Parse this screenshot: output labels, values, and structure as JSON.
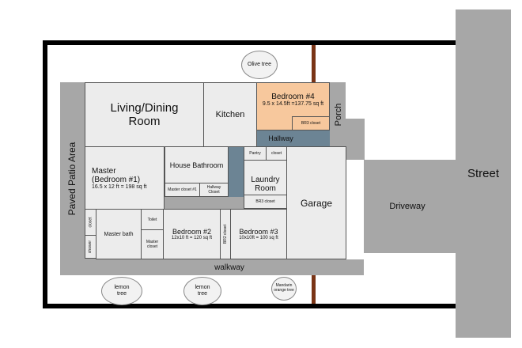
{
  "colors": {
    "yard_line": "#000000",
    "paved": "#a7a7a7",
    "room_fill": "#ececec",
    "hallway": "#6c8494",
    "bedroom4": "#f7c89d",
    "fence_post": "#7a3416",
    "street": "#a7a7a7"
  },
  "labels": {
    "street": "Street",
    "driveway": "Driveway",
    "paved_patio": "Paved Patio Area",
    "porch": "Porch",
    "hallway": "Hallway",
    "walkway": "walkway",
    "living_dining": "Living/Dining Room",
    "kitchen": "Kitchen",
    "bedroom4_title": "Bedroom #4",
    "bedroom4_size": "9.5 x 14.5ft =137.75 sq ft",
    "br3_closet_top": "BR3 closet",
    "master_title": "Master (Bedroom #1)",
    "master_size": "16.5 x 12 ft = 198 sq ft",
    "house_bathroom": "House Bathroom",
    "master_closet_1": "Master closet #1",
    "hallway_closet": "Hallway Closet",
    "pantry": "Pantry",
    "closet": "closet",
    "laundry_room": "Laundry Room",
    "br3_closet_laundry": "BR3 closet",
    "garage": "Garage",
    "master_closet_small": "closet",
    "shower": "shower",
    "master_bath": "Master bath",
    "toilet": "Toilet",
    "master_closet_2": "Master closet",
    "bedroom2_title": "Bedroom #2",
    "bedroom2_size": "12x10 ft = 120 sq ft",
    "br2_closet": "BR2 closet",
    "bedroom3_title": "Bedroom #3",
    "bedroom3_size": "10x10ft = 100 sq ft"
  },
  "trees": {
    "olive": "Olive tree",
    "lemon1": "lemon tree",
    "lemon2": "lemon tree",
    "mandarin": "Mandarin orange tree"
  }
}
